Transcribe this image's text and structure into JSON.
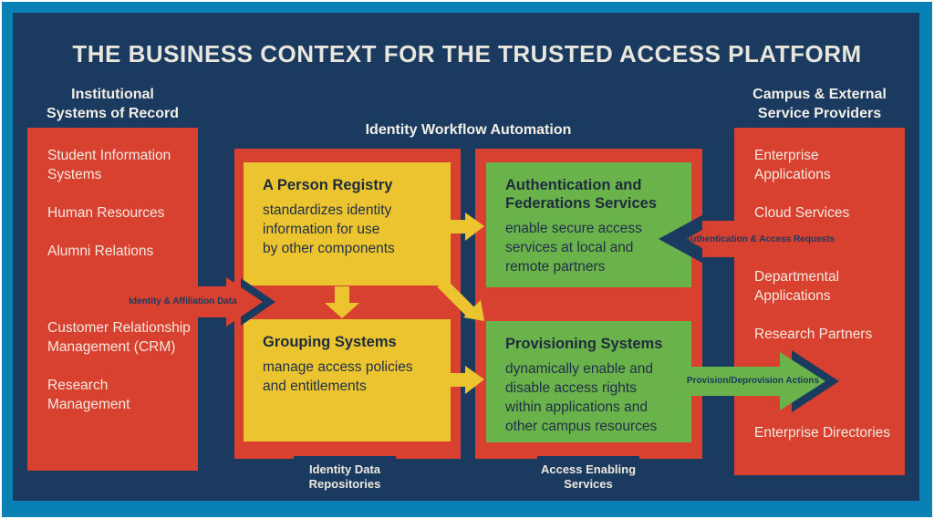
{
  "title": "THE BUSINESS CONTEXT FOR THE TRUSTED ACCESS PLATFORM",
  "left_column": {
    "header": "Institutional\nSystems of Record",
    "items": [
      "Student Information\nSystems",
      "Human Resources",
      "Alumni Relations",
      "Customer Relationship\nManagement (CRM)",
      "Research\nManagement"
    ]
  },
  "center": {
    "header": "Identity Workflow Automation",
    "repositories_group": {
      "footer_label": "Identity Data\nRepositories",
      "boxes": [
        {
          "title": "A Person Registry",
          "description": "standardizes identity\ninformation for use\nby other components"
        },
        {
          "title": "Grouping Systems",
          "description": "manage access policies\nand entitlements"
        }
      ]
    },
    "services_group": {
      "footer_label": "Access Enabling\nServices",
      "boxes": [
        {
          "title": "Authentication and\nFederations Services",
          "description": "enable secure access\nservices at local and\nremote partners"
        },
        {
          "title": "Provisioning Systems",
          "description": "dynamically enable and\ndisable access rights\nwithin applications and\nother campus resources"
        }
      ]
    }
  },
  "right_column": {
    "header": "Campus & External\nService Providers",
    "items": [
      "Enterprise\nApplications",
      "Cloud Services",
      "Departmental\nApplications",
      "Research Partners",
      "Enterprise Directories"
    ]
  },
  "arrows": {
    "identity_affiliation": {
      "label": "Identity & Affiliation Data",
      "direction": "right"
    },
    "authentication_requests": {
      "label": "Authentication & Access Requests",
      "direction": "left"
    },
    "provision_actions": {
      "label": "Provision/Deprovision Actions",
      "direction": "right"
    }
  },
  "colors": {
    "background": "#1b3a5f",
    "frame": "#0a81b5",
    "red": "#d8402f",
    "yellow": "#ebc42f",
    "green": "#6ab24a",
    "text_light": "#f2ede3",
    "text_dark": "#22304a"
  }
}
